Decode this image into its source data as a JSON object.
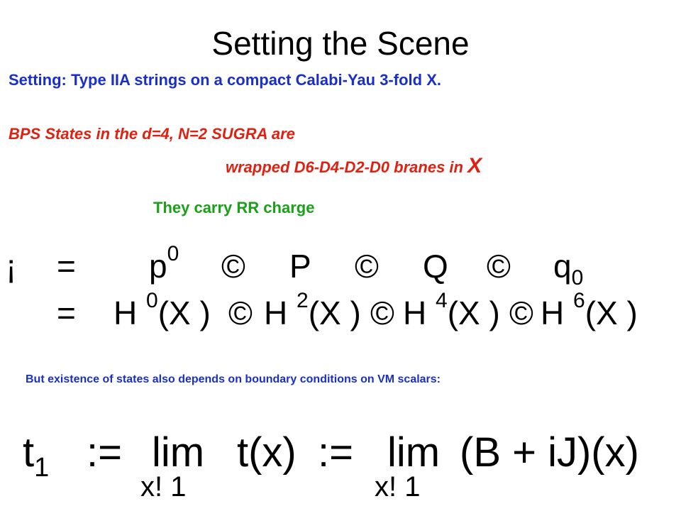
{
  "title": "Setting the Scene",
  "setting_line": "Setting: Type IIA strings on a compact Calabi-Yau 3-fold X.",
  "bps_line1": "BPS States in the  d=4, N=2 SUGRA are",
  "bps_line2": "wrapped D6-D4-D2-D0 branes in ",
  "bps_x": "X",
  "rr_line": "They carry RR charge",
  "eq1": {
    "lhs": "¡",
    "eq": "=",
    "p": "p",
    "p_sup": "0",
    "oplus1": "©",
    "P": "P",
    "oplus2": "©",
    "Q": "Q",
    "oplus3": "©",
    "q": "q",
    "q_sub": "0"
  },
  "eq2": {
    "eq": "=",
    "t1": "H",
    "s1": "0",
    "a1": "(X )",
    "o1": "©",
    "t2": "H",
    "s2": "2",
    "a2": "(X )",
    "o2": "©",
    "t3": "H",
    "s3": "4",
    "a3": "(X )",
    "o3": "©",
    "t4": "H",
    "s4": "6",
    "a4": "(X )"
  },
  "note": "But existence of states also depends on boundary conditions on VM scalars:",
  "lim_eq": {
    "t": "t",
    "t_sub": "1",
    "assign1": ":=",
    "lim1": "lim",
    "mid": "t(x)",
    "assign2": ":=",
    "lim2": "lim",
    "rhs": "(B + iJ)(x)",
    "under1": "x! 1",
    "under2": "x! 1"
  }
}
